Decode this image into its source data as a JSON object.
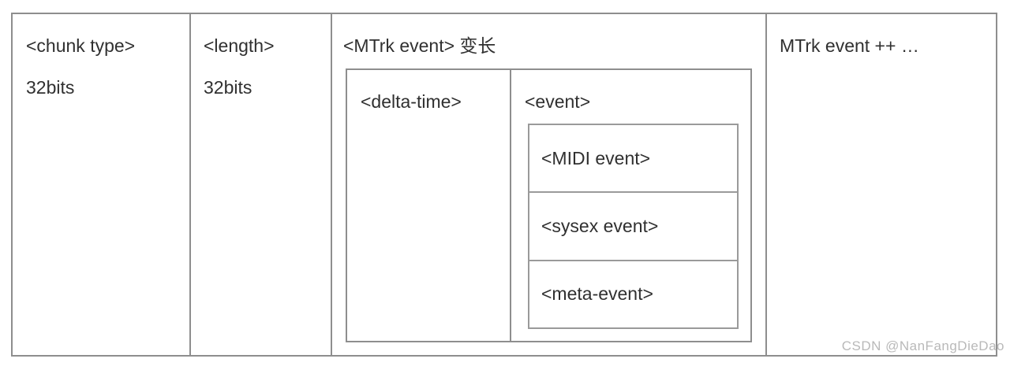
{
  "diagram": {
    "title_semantic": "MIDI MTrk chunk structure",
    "columns": {
      "chunk_type": {
        "label": "<chunk type>",
        "size": "32bits"
      },
      "length": {
        "label": "<length>",
        "size": "32bits"
      },
      "mtrk_events": {
        "label": "<MTrk event> 变长",
        "event_structure": {
          "delta_time_label": "<delta-time>",
          "event_label": "<event>",
          "event_types": [
            "<MIDI event>",
            "<sysex event>",
            "<meta-event>"
          ]
        }
      },
      "more_events": {
        "label": "MTrk event ++ …"
      }
    },
    "colors": {
      "border": "#8e8e8e",
      "inner_border": "#9a9a9a",
      "text": "#303030",
      "watermark": "#b9b9b9",
      "background": "#ffffff"
    }
  },
  "watermark": {
    "text": "CSDN @NanFangDieDao"
  }
}
